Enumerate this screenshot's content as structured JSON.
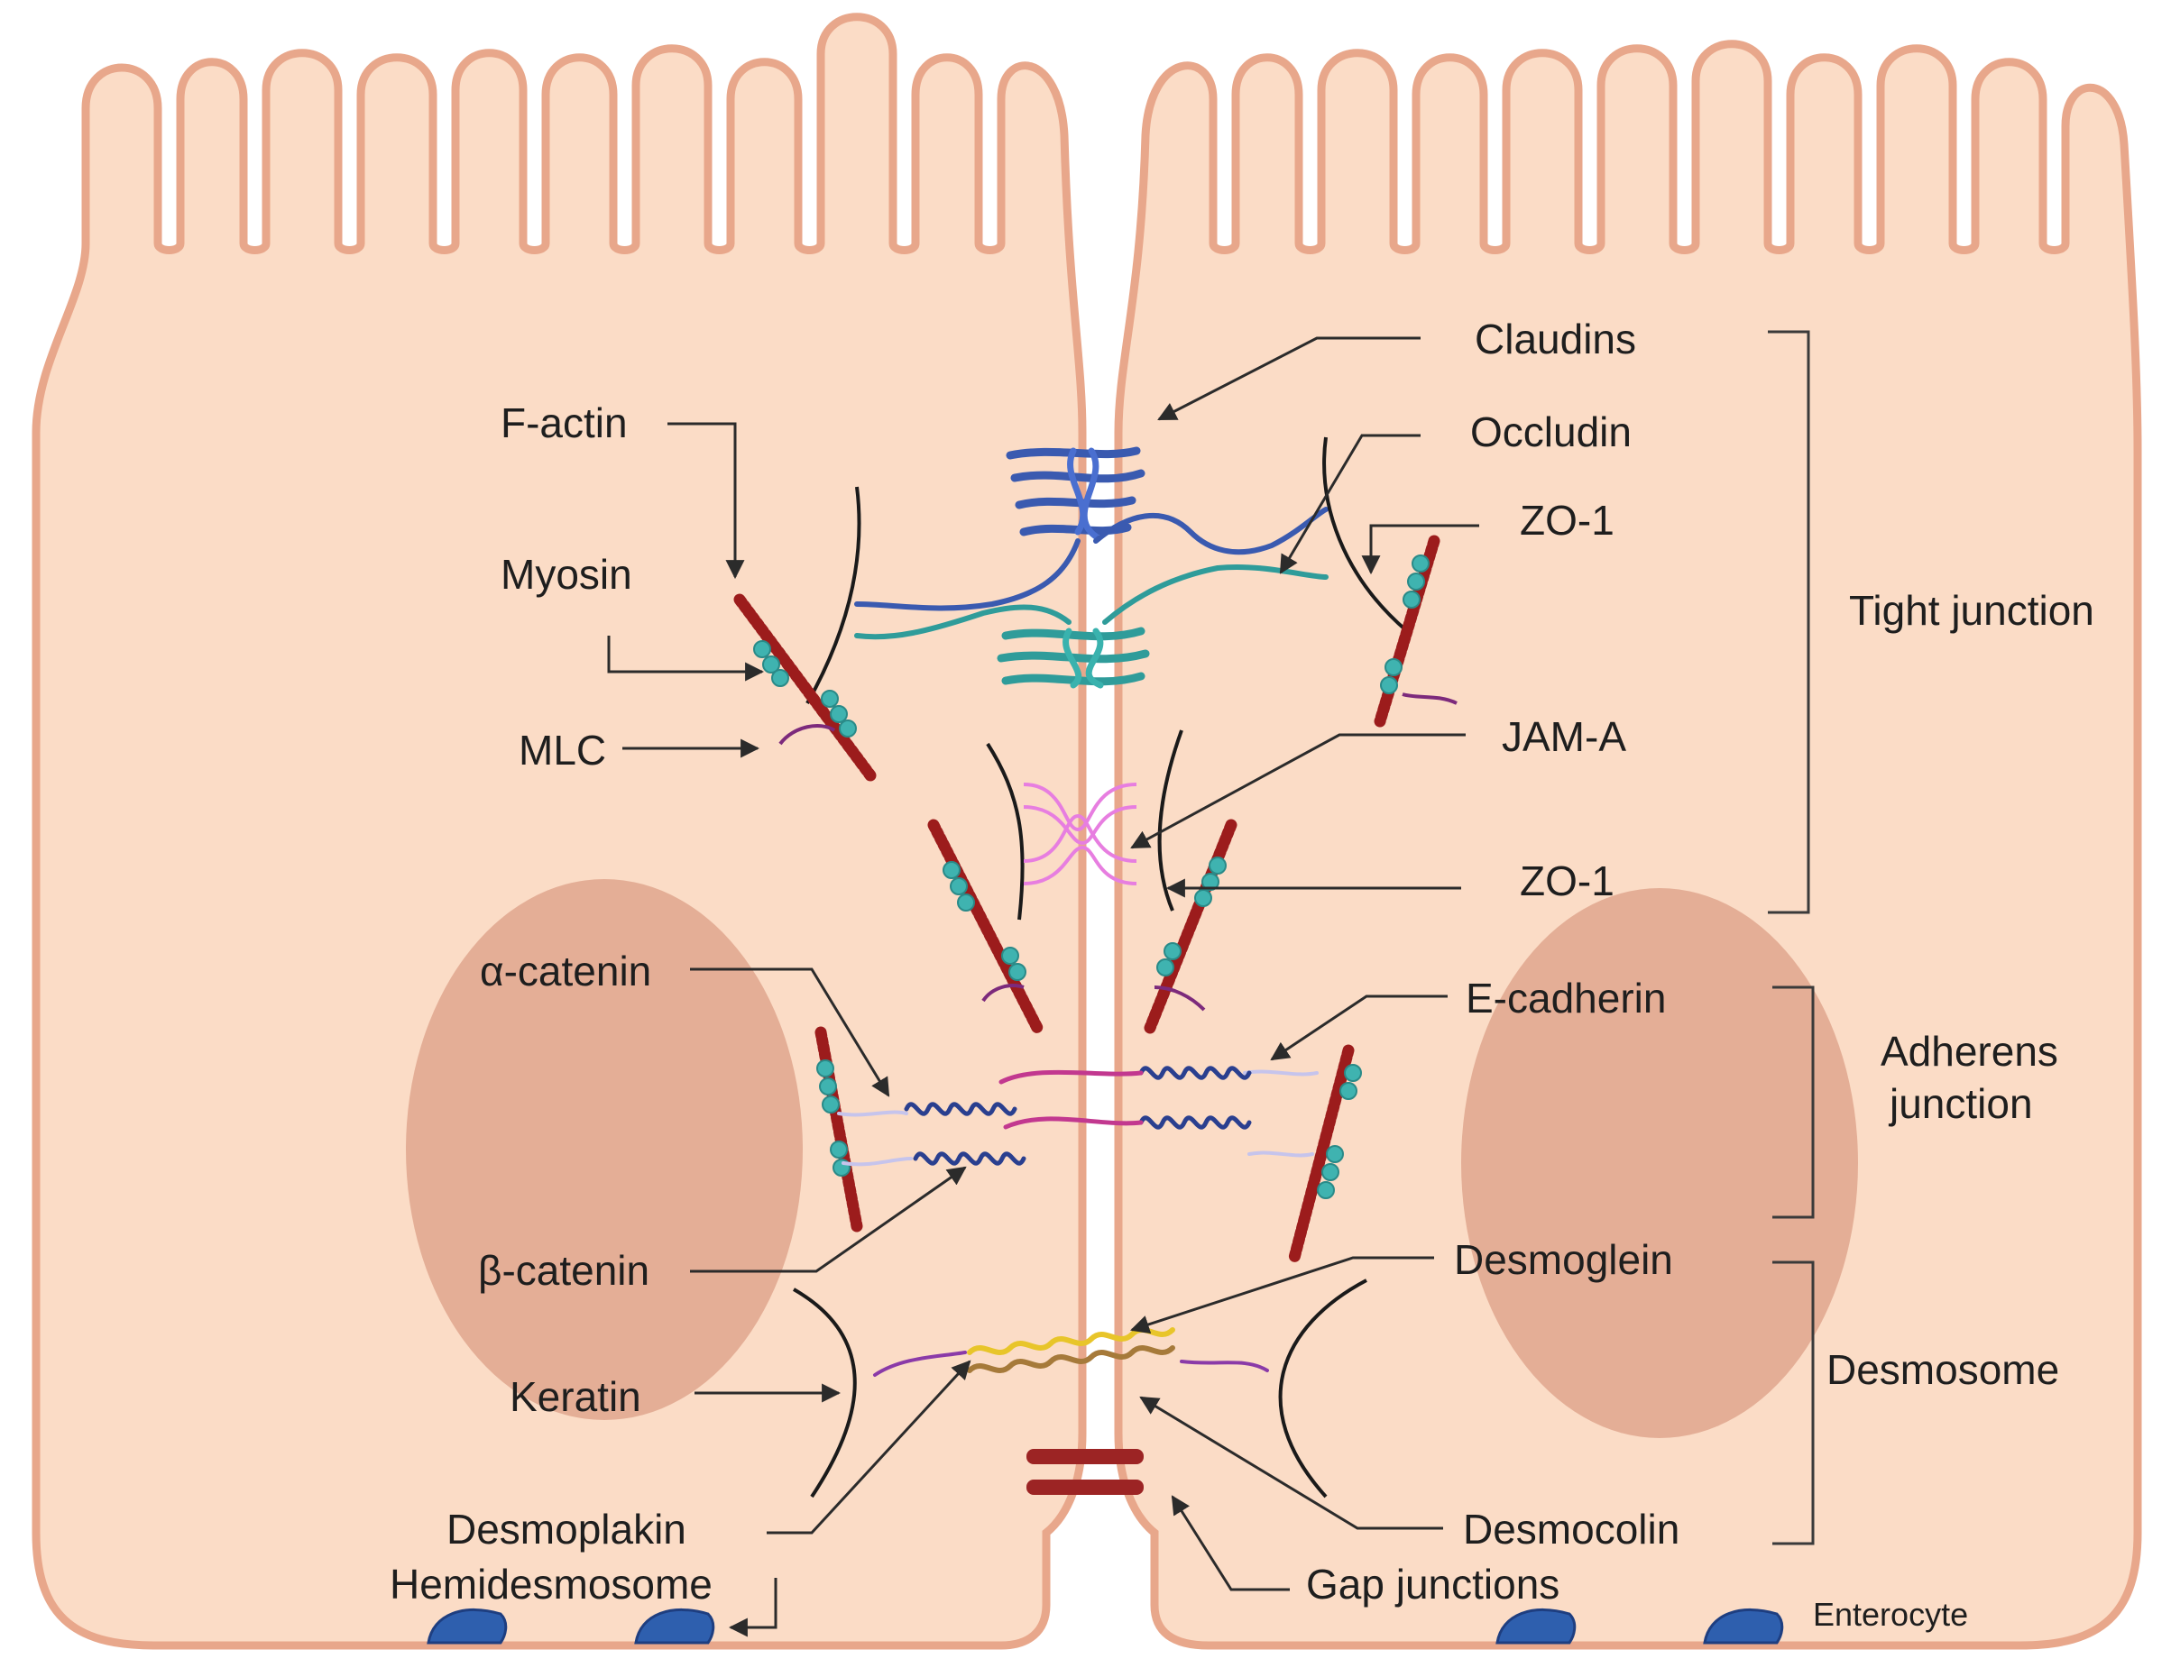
{
  "labels": {
    "claudins": "Claudins",
    "occludin": "Occludin",
    "zo1_top": "ZO-1",
    "f_actin": "F-actin",
    "myosin": "Myosin",
    "mlc": "MLC",
    "jam_a": "JAM-A",
    "zo1_bottom": "ZO-1",
    "alpha_catenin": "α-catenin",
    "e_cadherin": "E-cadherin",
    "beta_catenin": "β-catenin",
    "desmoglein": "Desmoglein",
    "keratin": "Keratin",
    "desmoplakin": "Desmoplakin",
    "hemidesmosome": "Hemidesmosome",
    "desmocolin": "Desmocolin",
    "gap_junctions": "Gap junctions",
    "enterocyte": "Enterocyte"
  },
  "groups": {
    "tight_junction": "Tight junction",
    "adherens_line1": "Adherens",
    "adherens_line2": "junction",
    "desmosome": "Desmosome"
  },
  "colors": {
    "cell_fill": "#fbdcc6",
    "cell_outline": "#e8a78b",
    "nucleus": "#e4ae96",
    "actin": "#9c1c1c",
    "myosin": "#3fb3b0",
    "claudin": "#3a5ab0",
    "occludin_teal": "#2f9c9a",
    "jam": "#e77ee0",
    "cadherin_pink": "#c2388f",
    "cadherin_blue": "#2a3f8f",
    "desmo_yellow": "#e8c52a",
    "desmo_brown": "#a67a3a",
    "gap_junction": "#9c2424",
    "hemidesmosome": "#2e5fae"
  }
}
